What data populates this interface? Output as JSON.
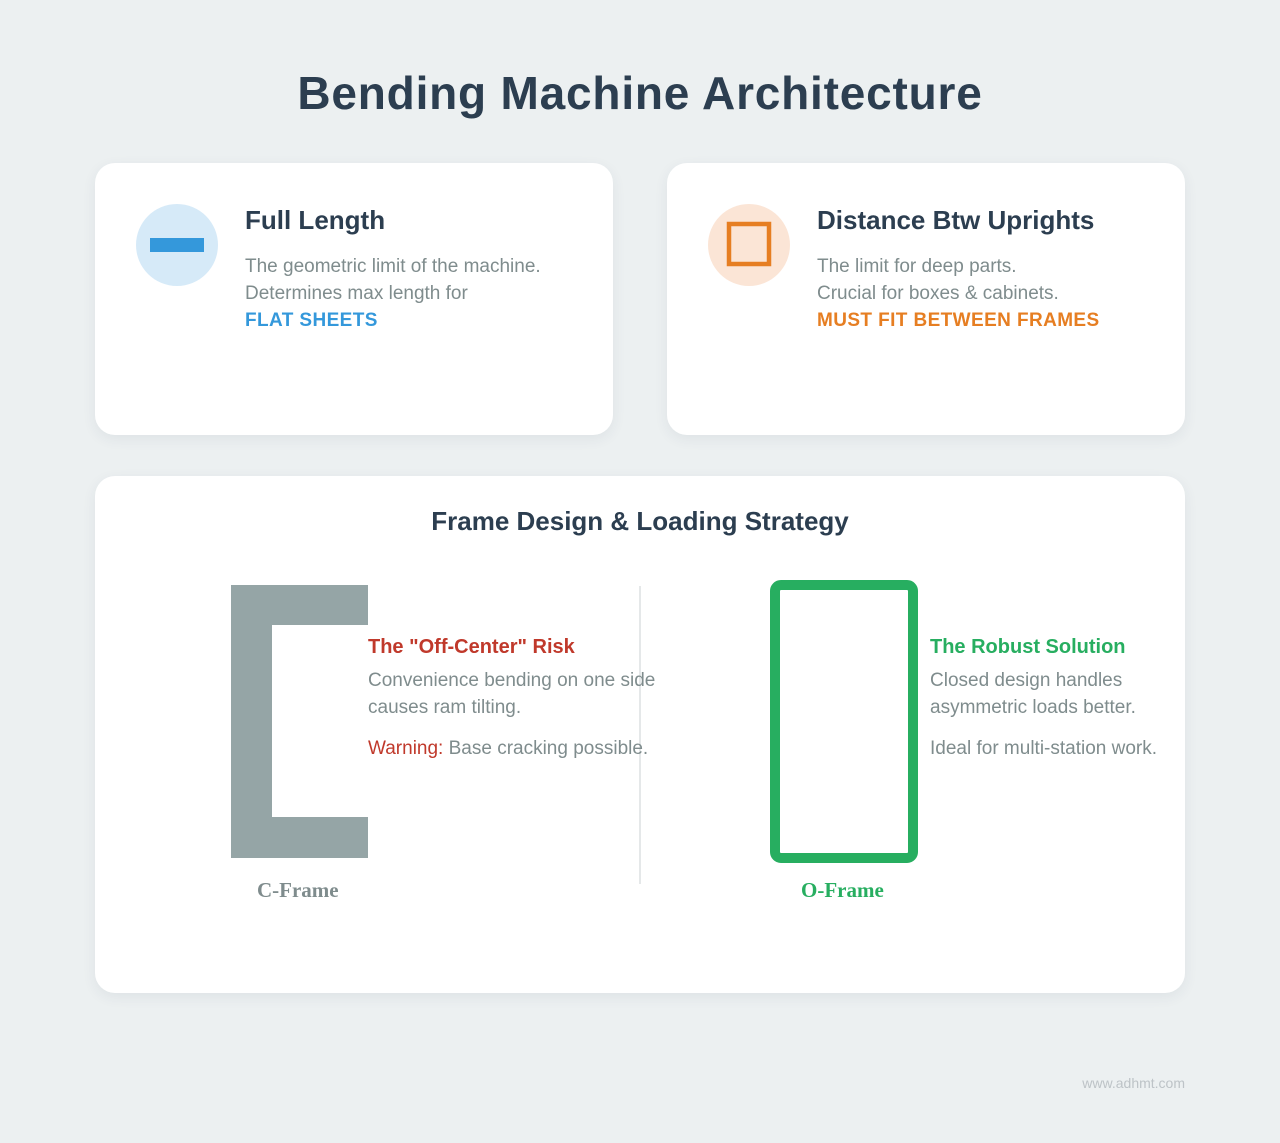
{
  "title": "Bending Machine Architecture",
  "colors": {
    "background": "#ecf0f1",
    "title": "#2c3e50",
    "text": "#7f8c8d",
    "blue": "#3498db",
    "orange": "#e67e22",
    "red": "#c0392b",
    "green": "#27ae60",
    "gray_frame": "#95a5a6"
  },
  "cards": {
    "full_length": {
      "icon": "horizontal-bar-icon",
      "title": "Full Length",
      "line1": "The geometric limit of the machine.",
      "line2": "Determines max length for",
      "highlight": "FLAT SHEETS"
    },
    "distance": {
      "icon": "square-outline-icon",
      "title": "Distance Btw Uprights",
      "line1": "The limit for deep parts.",
      "line2": "Crucial for boxes & cabinets.",
      "highlight": "MUST FIT BETWEEN FRAMES"
    }
  },
  "frame_section": {
    "title": "Frame Design & Loading Strategy",
    "c_frame": {
      "label": "C-Frame",
      "heading": "The \"Off-Center\" Risk",
      "line1": "Convenience bending on one side",
      "line2": "causes ram tilting.",
      "warning_label": "Warning:",
      "warning_text": "Base cracking possible."
    },
    "o_frame": {
      "label": "O-Frame",
      "heading": "The Robust Solution",
      "line1": "Closed design handles",
      "line2": "asymmetric loads better.",
      "line3": "Ideal for multi-station work."
    }
  },
  "watermark": "www.adhmt.com"
}
